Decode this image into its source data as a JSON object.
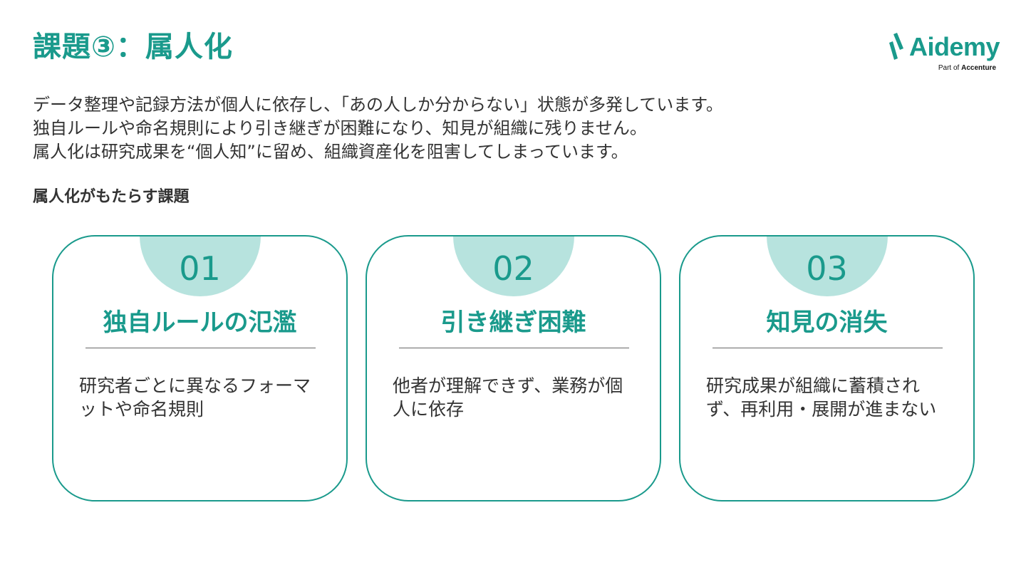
{
  "slide": {
    "title": "課題③：属人化",
    "accent_color": "#1a9a8c",
    "badge_color": "#b7e3de"
  },
  "logo": {
    "wordmark": "Aidemy",
    "sub_prefix": "Part of ",
    "sub_brand": "Accenture"
  },
  "intro": {
    "lines": [
      "データ整理や記録方法が個人に依存し、「あの人しか分からない」状態が多発しています。",
      "独自ルールや命名規則により引き継ぎが困難になり、知見が組織に残りません。",
      "属人化は研究成果を“個人知”に留め、組織資産化を阻害してしまっています。"
    ]
  },
  "section": {
    "heading": "属人化がもたらす課題"
  },
  "cards": [
    {
      "number": "01",
      "title": "独自ルールの氾濫",
      "body": "研究者ごとに異なるフォーマットや命名規則"
    },
    {
      "number": "02",
      "title": "引き継ぎ困難",
      "body": "他者が理解できず、業務が個人に依存"
    },
    {
      "number": "03",
      "title": "知見の消失",
      "body": "研究成果が組織に蓄積されず、再利用・展開が進まない"
    }
  ]
}
